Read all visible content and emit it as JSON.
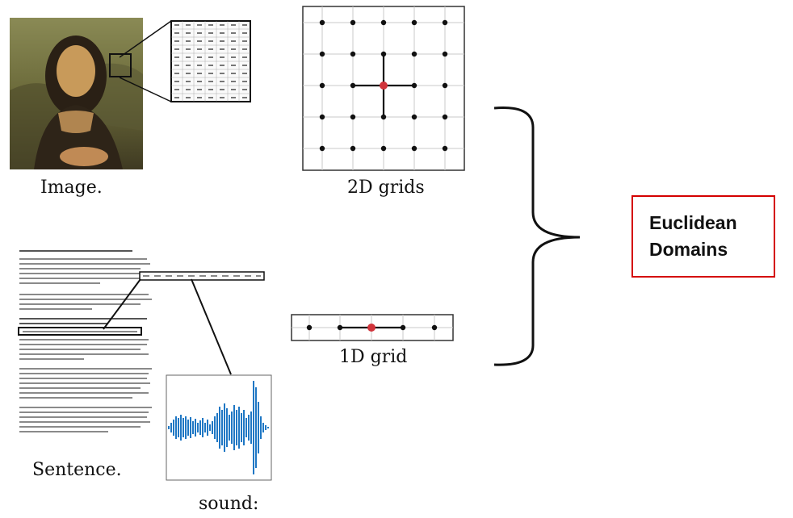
{
  "captions": {
    "image": "Image.",
    "grid2d": "2D grids",
    "grid1d": "1D grid",
    "sentence": "Sentence.",
    "sound": "sound:"
  },
  "euclidean": {
    "line1": "Euclidean",
    "line2": "Domains"
  },
  "colors": {
    "highlight_node": "#d0333a",
    "box_border": "#d40000",
    "waveform": "#1f77c4"
  }
}
